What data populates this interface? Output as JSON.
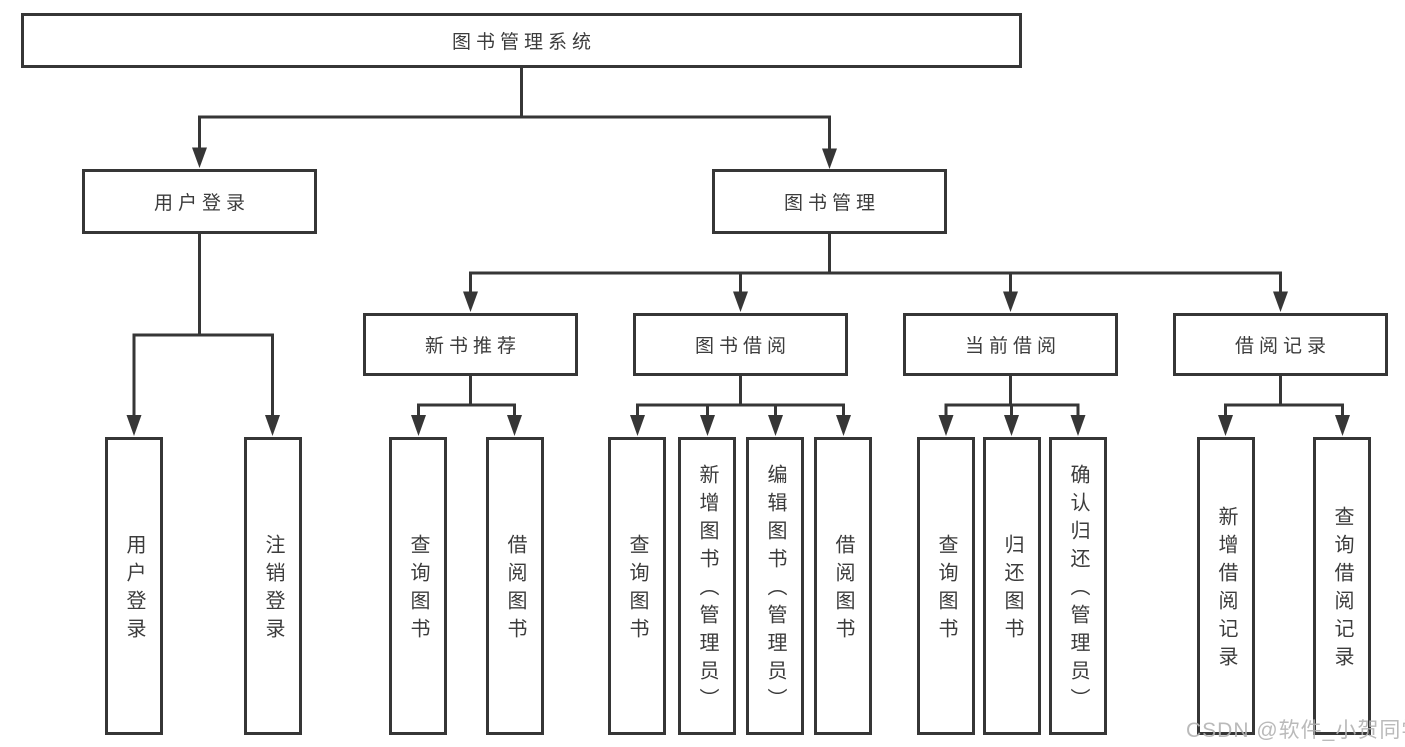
{
  "tree": {
    "label": "图书管理系统",
    "children": [
      {
        "label": "用户登录",
        "children": [
          {
            "label": "用户登录"
          },
          {
            "label": "注销登录"
          }
        ]
      },
      {
        "label": "图书管理",
        "children": [
          {
            "label": "新书推荐",
            "children": [
              {
                "label": "查询图书"
              },
              {
                "label": "借阅图书"
              }
            ]
          },
          {
            "label": "图书借阅",
            "children": [
              {
                "label": "查询图书"
              },
              {
                "label": "新增图书（管理员）"
              },
              {
                "label": "编辑图书（管理员）"
              },
              {
                "label": "借阅图书"
              }
            ]
          },
          {
            "label": "当前借阅",
            "children": [
              {
                "label": "查询图书"
              },
              {
                "label": "归还图书"
              },
              {
                "label": "确认归还（管理员）"
              }
            ]
          },
          {
            "label": "借阅记录",
            "children": [
              {
                "label": "新增借阅记录"
              },
              {
                "label": "查询借阅记录"
              }
            ]
          }
        ]
      }
    ]
  },
  "watermark": {
    "text": "CSDN @软件_小贺同学"
  },
  "colors": {
    "line": "#363636",
    "text": "#3c3c3c",
    "watermark": "#b3b3b3",
    "background": "#ffffff"
  }
}
